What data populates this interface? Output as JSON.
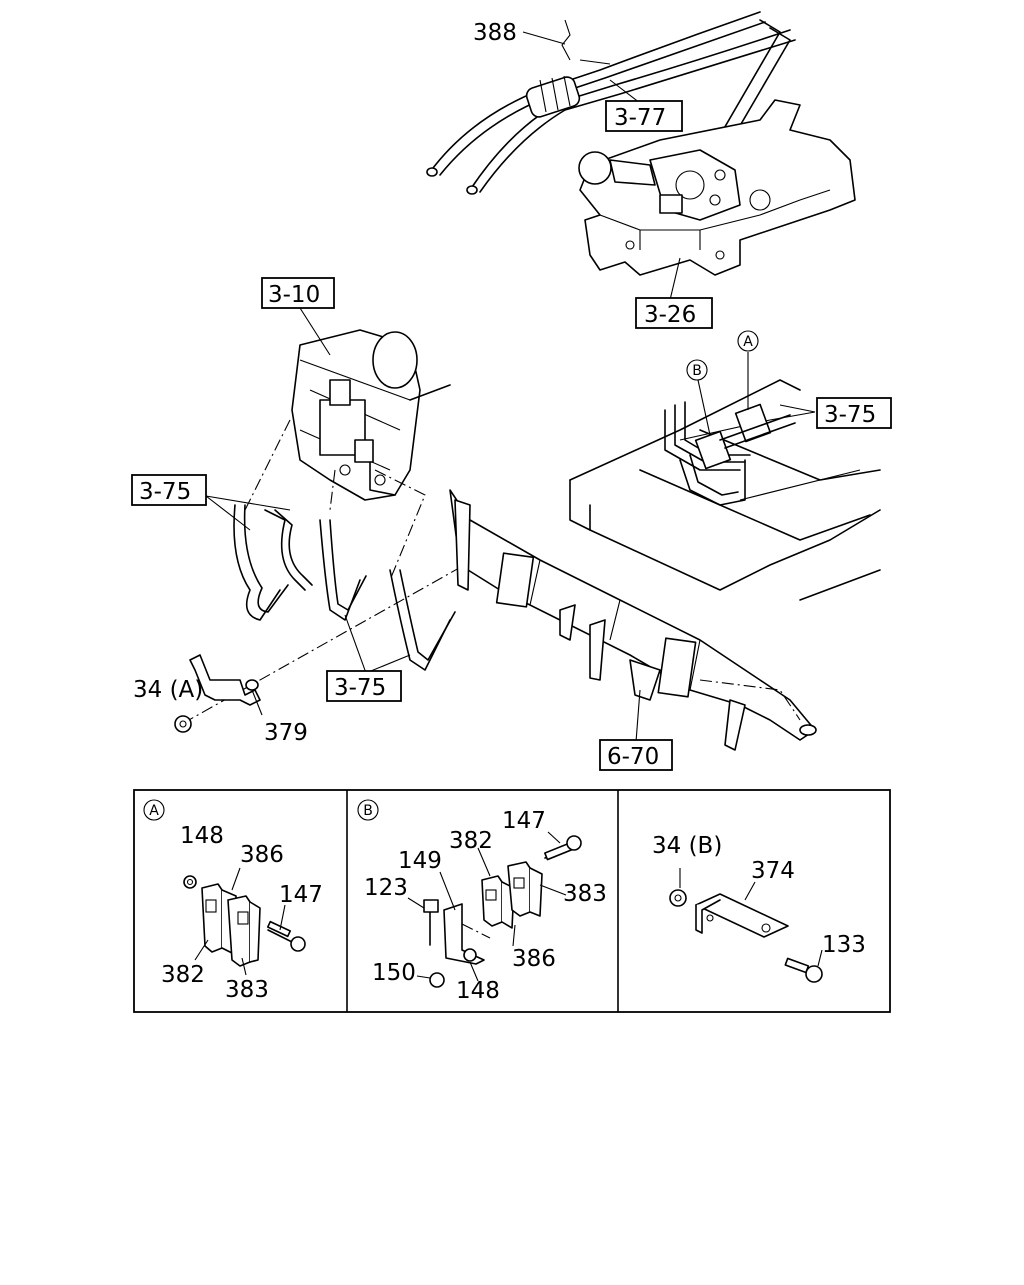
{
  "callouts": {
    "c388": "388",
    "c3_77": "3-77",
    "c3_26": "3-26",
    "c3_10": "3-10",
    "c3_75_right": "3-75",
    "c3_75_left": "3-75",
    "c3_75_bottom": "3-75",
    "c34a": "34 (A)",
    "c379": "379",
    "c6_70": "6-70"
  },
  "markers": {
    "a": "A",
    "b": "B"
  },
  "detail_a": {
    "marker": "A",
    "p148": "148",
    "p386": "386",
    "p147": "147",
    "p382": "382",
    "p383": "383"
  },
  "detail_b": {
    "marker": "B",
    "p147": "147",
    "p382": "382",
    "p149": "149",
    "p383": "383",
    "p123": "123",
    "p386": "386",
    "p150": "150",
    "p148": "148"
  },
  "detail_c": {
    "p34b": "34 (B)",
    "p374": "374",
    "p133": "133"
  }
}
